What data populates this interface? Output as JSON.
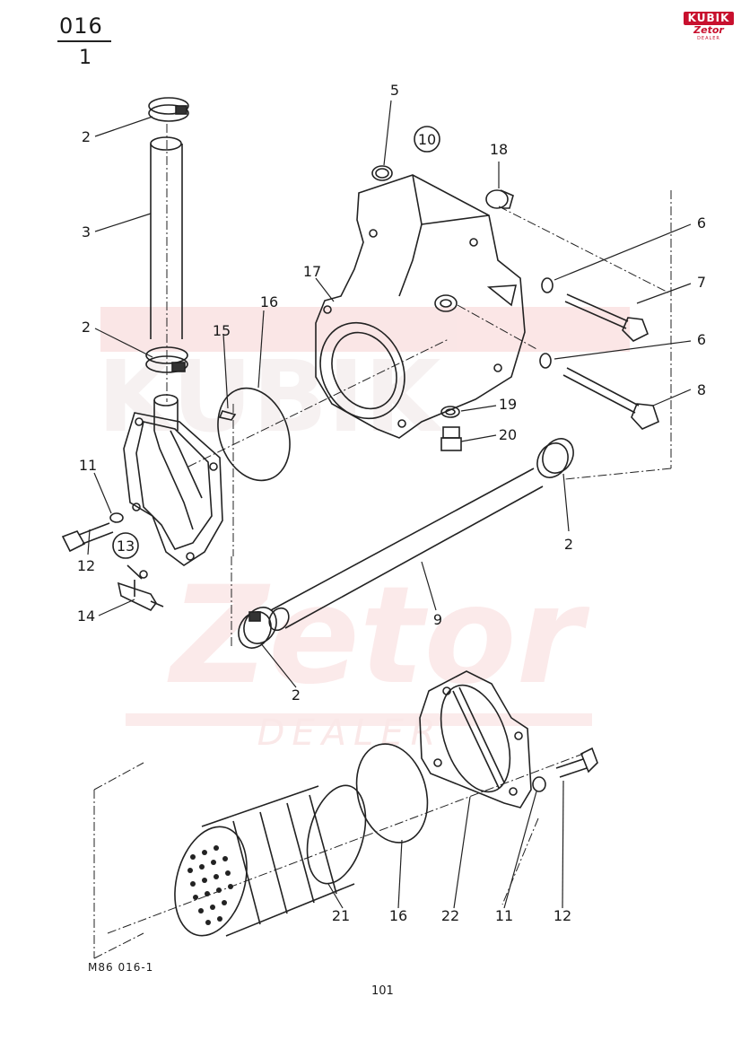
{
  "header": {
    "section_number": "016",
    "section_sub": "1"
  },
  "brand": {
    "top": "KUBIK",
    "middle": "Zetor",
    "bottom": "DEALER",
    "color": "#c8102e"
  },
  "watermark": {
    "word1": "KUBIK",
    "word2": "Zetor",
    "word3": "DEALER",
    "color": "#f4c7c7"
  },
  "callouts": {
    "c2a": "2",
    "c3": "3",
    "c2b": "2",
    "c15": "15",
    "c16a": "16",
    "c5": "5",
    "c10": "10",
    "c18": "18",
    "c17": "17",
    "c6a": "6",
    "c7": "7",
    "c6b": "6",
    "c8": "8",
    "c19": "19",
    "c20": "20",
    "c11a": "11",
    "c12a": "12",
    "c13": "13",
    "c14": "14",
    "c2c": "2",
    "c9": "9",
    "c2d": "2",
    "c21": "21",
    "c16b": "16",
    "c22": "22",
    "c11b": "11",
    "c12b": "12"
  },
  "footer": {
    "drawing_code": "M86  016-1",
    "page_number": "101"
  }
}
